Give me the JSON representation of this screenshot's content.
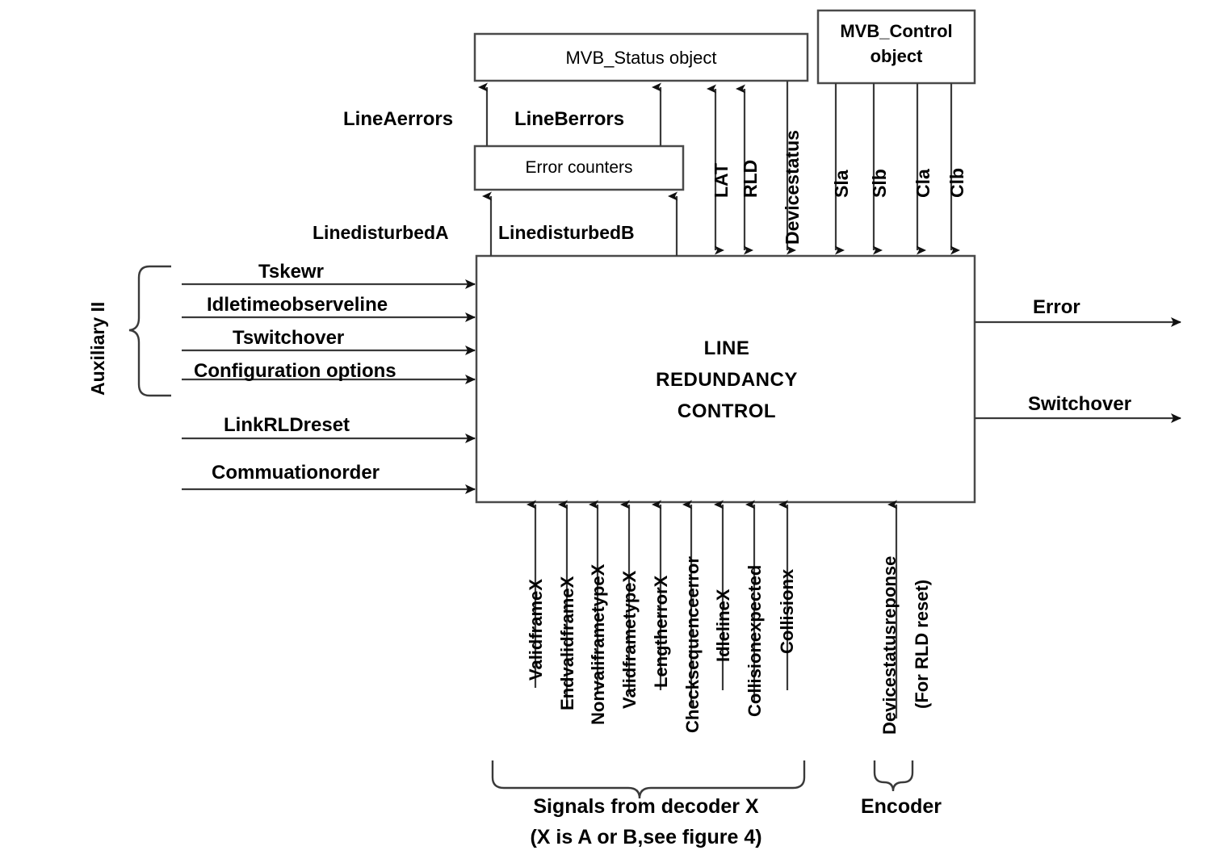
{
  "diagram": {
    "title": "Line Redundancy Control block diagram",
    "colors": {
      "stroke": "#3a3a3a",
      "box_border": "#4a4a4a",
      "text": "#000000",
      "fill": "#ffffff"
    }
  },
  "boxes": {
    "mvb_status": {
      "label": "MVB_Status object"
    },
    "mvb_control": {
      "label_line1": "MVB_Control",
      "label_line2": "object"
    },
    "error_counters": {
      "label": "Error counters"
    },
    "main": {
      "line1": "LINE",
      "line2": "REDUNDANCY",
      "line3": "CONTROL"
    }
  },
  "top_signals": {
    "to_status_from_counters": [
      {
        "name": "LineAerrors",
        "direction": "up"
      },
      {
        "name": "LineBerrors",
        "direction": "up"
      }
    ],
    "to_counters_from_main": [
      {
        "name": "LinedisturbedA",
        "direction": "up"
      },
      {
        "name": "LinedisturbedB",
        "direction": "up"
      }
    ],
    "status_bus": [
      {
        "name": "LAT",
        "direction": "bidirectional"
      },
      {
        "name": "RLD",
        "direction": "bidirectional"
      },
      {
        "name": "Devicestatus",
        "direction": "down"
      }
    ],
    "control_bus": [
      {
        "name": "Sla",
        "direction": "down"
      },
      {
        "name": "Slb",
        "direction": "down"
      },
      {
        "name": "Cla",
        "direction": "down"
      },
      {
        "name": "Clb",
        "direction": "down"
      }
    ]
  },
  "left_inputs": {
    "group_label": "Auxiliary II",
    "auxiliary_signals": [
      "Tskewr",
      "Idletimeobserveline",
      "Tswitchover",
      "Configuration options"
    ],
    "other_signals": [
      "LinkRLDreset",
      "Commuationorder"
    ]
  },
  "right_outputs": [
    "Error",
    "Switchover"
  ],
  "bottom_inputs": {
    "decoder_signals": [
      "ValidframeX",
      "EndvalidframeX",
      "NonvaliframetypeX",
      "ValidframetypeX",
      "LengtherrorX",
      "Checksequenceerror",
      "IdlelineX",
      "Collisionexpected",
      "Collisionx"
    ],
    "decoder_caption_line1": "Signals from decoder X",
    "decoder_caption_line2": "(X is A or B,see figure 4)",
    "encoder_signal_line1": "Devicestatusreponse",
    "encoder_signal_line2": "(For RLD reset)",
    "encoder_caption": "Encoder"
  }
}
